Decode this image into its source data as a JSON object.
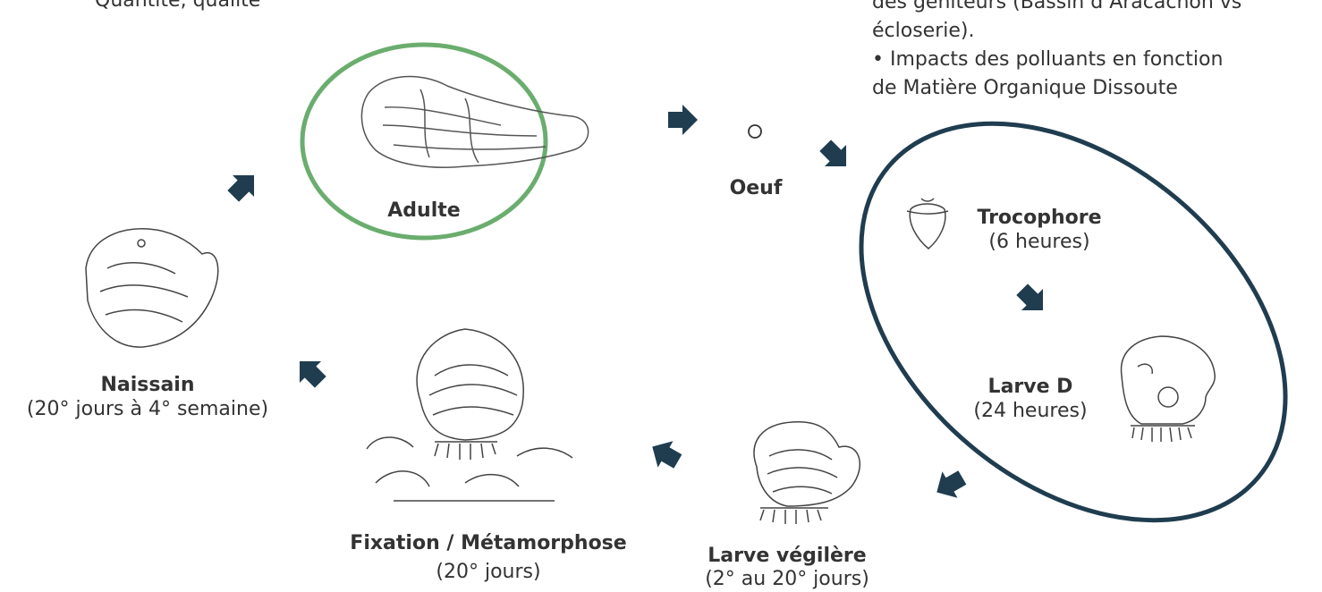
{
  "top_left_text": "Quantité, qualité",
  "top_right_text": {
    "line1": "des géniteurs (Bassin d’Aracachon vs",
    "line2": "écloserie).",
    "line3": "• Impacts des polluants en fonction",
    "line4": "de Matière Organique Dissoute"
  },
  "stages": {
    "adulte": {
      "label": "Adulte"
    },
    "oeuf": {
      "label": "Oeuf"
    },
    "trocophore": {
      "label": "Trocophore",
      "time": "(6 heures)"
    },
    "larve_d": {
      "label": "Larve D",
      "time": "(24 heures)"
    },
    "larve_vegilere": {
      "label": "Larve végilère",
      "time": "(2° au 20° jours)"
    },
    "fixation": {
      "label": "Fixation / Métamorphose",
      "time": "(20° jours)"
    },
    "naissain": {
      "label": "Naissain",
      "time": "(20° jours à 4° semaine)"
    }
  },
  "colors": {
    "arrow": "#1f3d4f",
    "adult_ring": "#6aad6e",
    "larval_ring": "#1f3d4f",
    "text": "#333333"
  }
}
